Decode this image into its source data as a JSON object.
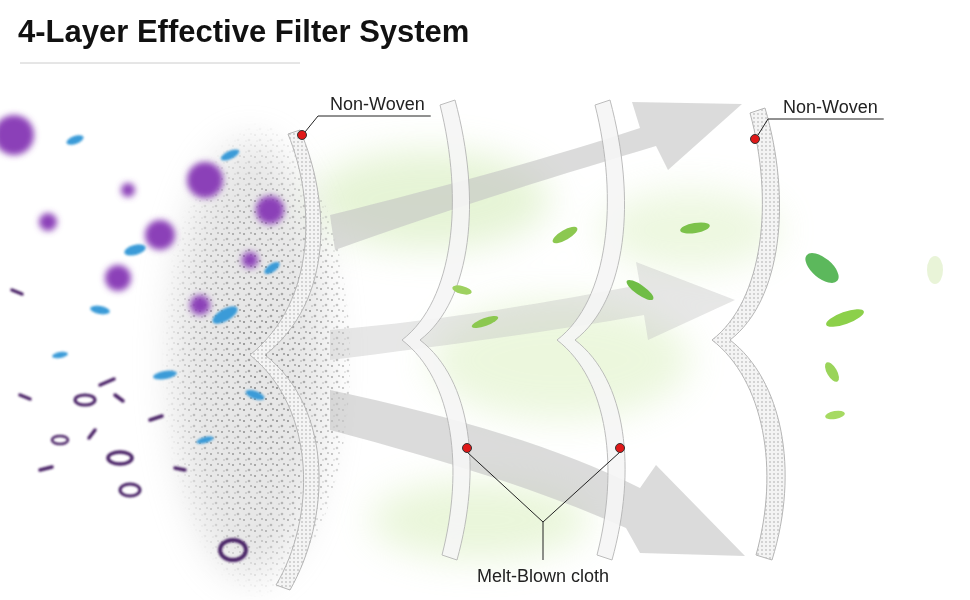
{
  "diagram": {
    "title": "4-Layer Effective Filter System",
    "labels": [
      "Non-Woven",
      "Non-Woven",
      "Melt-Blown cloth"
    ]
  }
}
